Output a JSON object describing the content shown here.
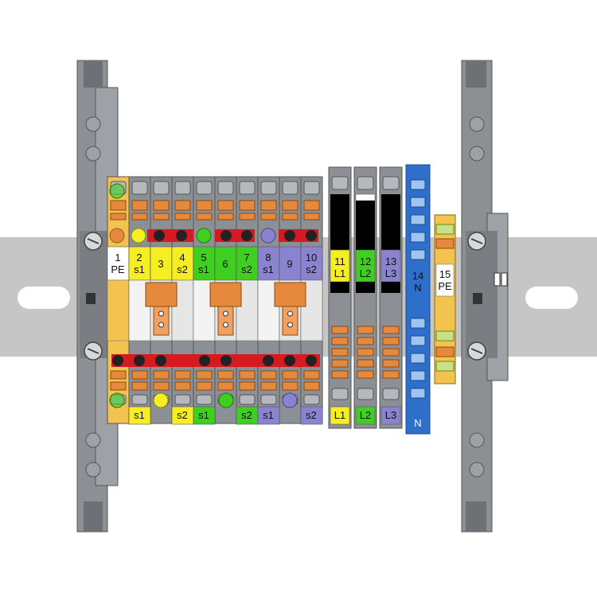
{
  "colors": {
    "rail": "#c6c6c6",
    "gray_block": "#8c8f93",
    "gray_dark": "#6d7074",
    "orange": "#e58a3c",
    "red_bridge": "#d71920",
    "pe_yellow": "#f3c34f",
    "s_yellow": "#f4ee22",
    "s_green": "#3fcf21",
    "s_purple": "#8a83cf",
    "l_black": "#000000",
    "n_blue": "#2d6fcb",
    "white": "#ffffff"
  },
  "top_labels": [
    {
      "line1": "1",
      "line2": "PE",
      "color_key": "white"
    },
    {
      "line1": "2",
      "line2": "s1",
      "color_key": "s_yellow"
    },
    {
      "line1": "3",
      "line2": "",
      "color_key": "s_yellow"
    },
    {
      "line1": "4",
      "line2": "s2",
      "color_key": "s_yellow"
    },
    {
      "line1": "5",
      "line2": "s1",
      "color_key": "s_green"
    },
    {
      "line1": "6",
      "line2": "",
      "color_key": "s_green"
    },
    {
      "line1": "7",
      "line2": "s2",
      "color_key": "s_green"
    },
    {
      "line1": "8",
      "line2": "s1",
      "color_key": "s_purple"
    },
    {
      "line1": "9",
      "line2": "",
      "color_key": "s_purple"
    },
    {
      "line1": "10",
      "line2": "s2",
      "color_key": "s_purple"
    }
  ],
  "phase_labels": [
    {
      "line1": "11",
      "line2": "L1",
      "color_key": "s_yellow"
    },
    {
      "line1": "12",
      "line2": "L2",
      "color_key": "s_green"
    },
    {
      "line1": "13",
      "line2": "L3",
      "color_key": "s_purple"
    }
  ],
  "neutral_label": {
    "line1": "14",
    "line2": "N"
  },
  "pe_right_label": {
    "line1": "15",
    "line2": "PE"
  },
  "bottom_tags": [
    {
      "text": "s1",
      "color_key": "s_yellow"
    },
    {
      "text": "s2",
      "color_key": "s_yellow"
    },
    {
      "text": "s1",
      "color_key": "s_green"
    },
    {
      "text": "s2",
      "color_key": "s_green"
    },
    {
      "text": "s1",
      "color_key": "s_purple"
    },
    {
      "text": "s2",
      "color_key": "s_purple"
    },
    {
      "text": "L1",
      "color_key": "s_yellow"
    },
    {
      "text": "L2",
      "color_key": "s_green"
    },
    {
      "text": "L3",
      "color_key": "s_purple"
    },
    {
      "text": "N",
      "color_key": "n_blue"
    }
  ]
}
